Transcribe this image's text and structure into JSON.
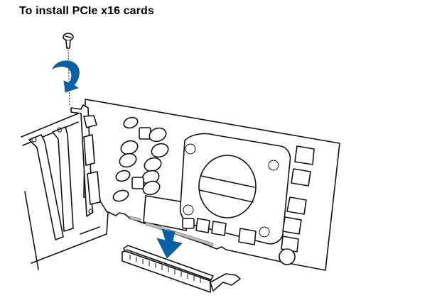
{
  "page": {
    "title": "To install PCIe x16 cards"
  },
  "illustration": {
    "subject": "PCIe x16 graphics card installation",
    "steps": [
      {
        "icon": "screw-icon",
        "description": "Remove bracket screw"
      },
      {
        "icon": "rotate-arrow-icon",
        "description": "Rotate / tighten screw"
      },
      {
        "icon": "down-arrow-icon",
        "description": "Insert card into PCIe x16 slot"
      }
    ],
    "colors": {
      "arrow": "#0b5fa5",
      "line": "#111111",
      "contacts": "#bdbdbd"
    }
  }
}
